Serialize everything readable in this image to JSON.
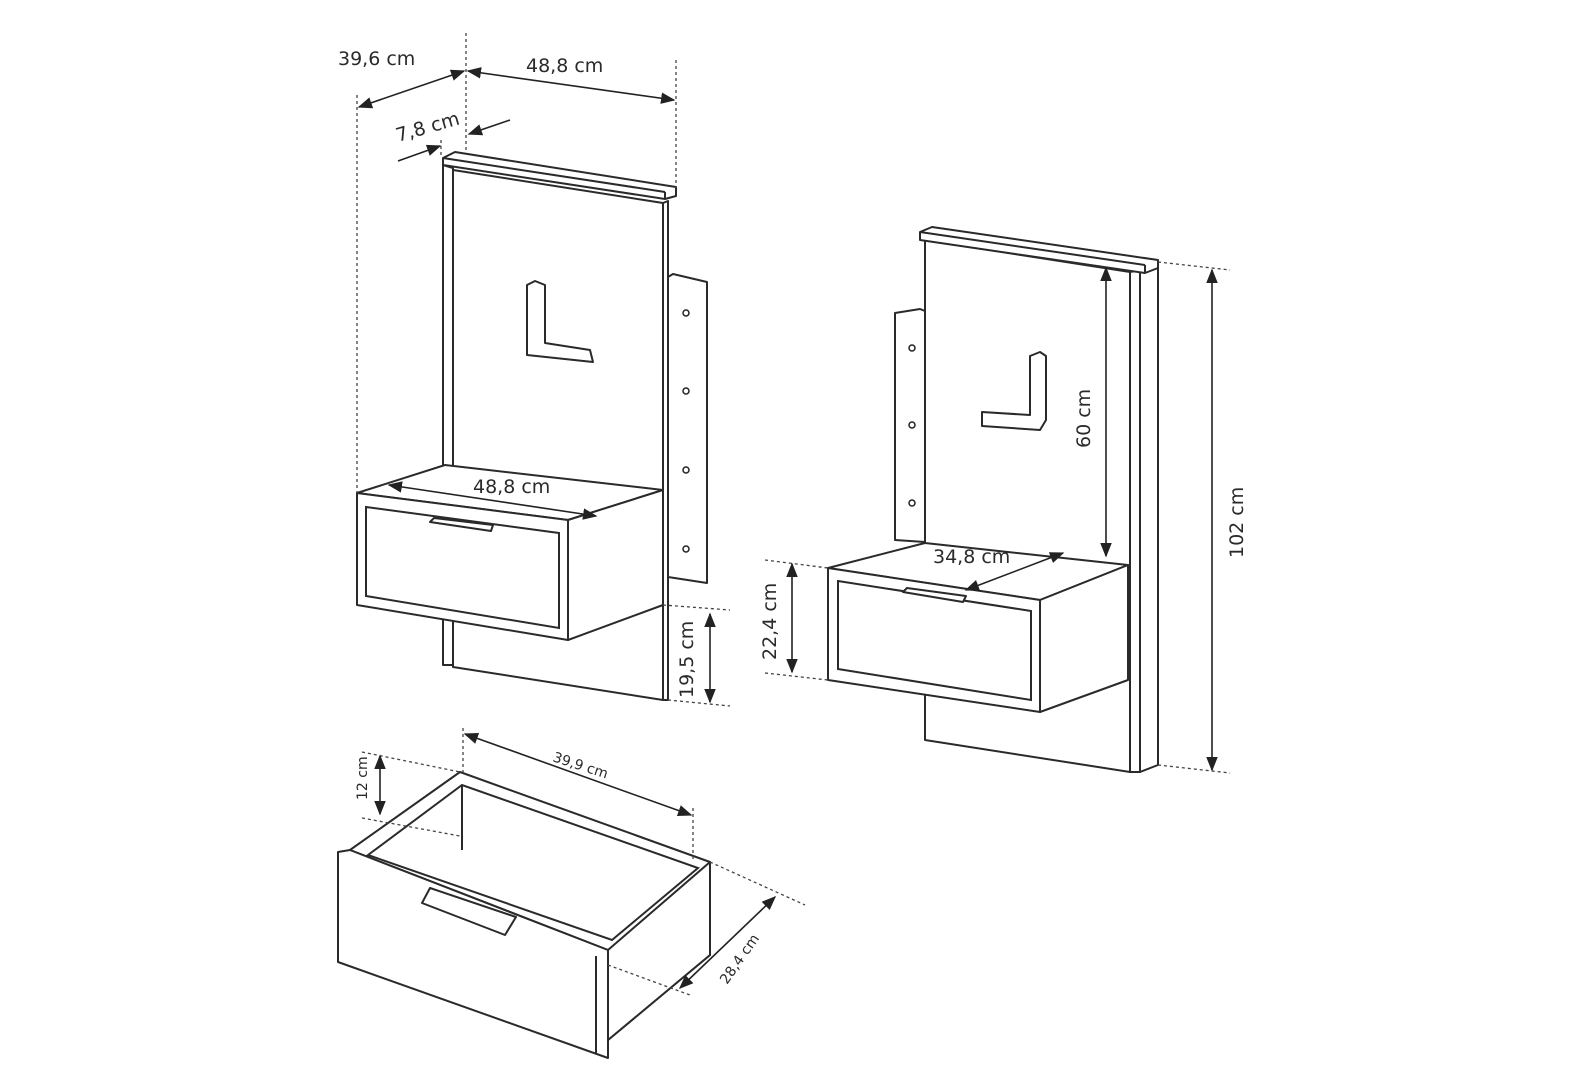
{
  "title": "Wall-mounted nightstand dimensions",
  "labels": {
    "depth_total": "39,6 cm",
    "width_top": "48,8 cm",
    "shelf_depth": "7,8 cm",
    "width_cabinet": "48,8 cm",
    "below_cabinet": "19,5 cm",
    "cabinet_height": "22,4 cm",
    "cabinet_depth": "34,8 cm",
    "panel_height": "60 cm",
    "total_height": "102 cm",
    "drawer_width": "39,9 cm",
    "drawer_height": "12 cm",
    "drawer_depth": "28,4 cm"
  },
  "colors": {
    "line": "#2a2a2a",
    "background": "#ffffff"
  }
}
